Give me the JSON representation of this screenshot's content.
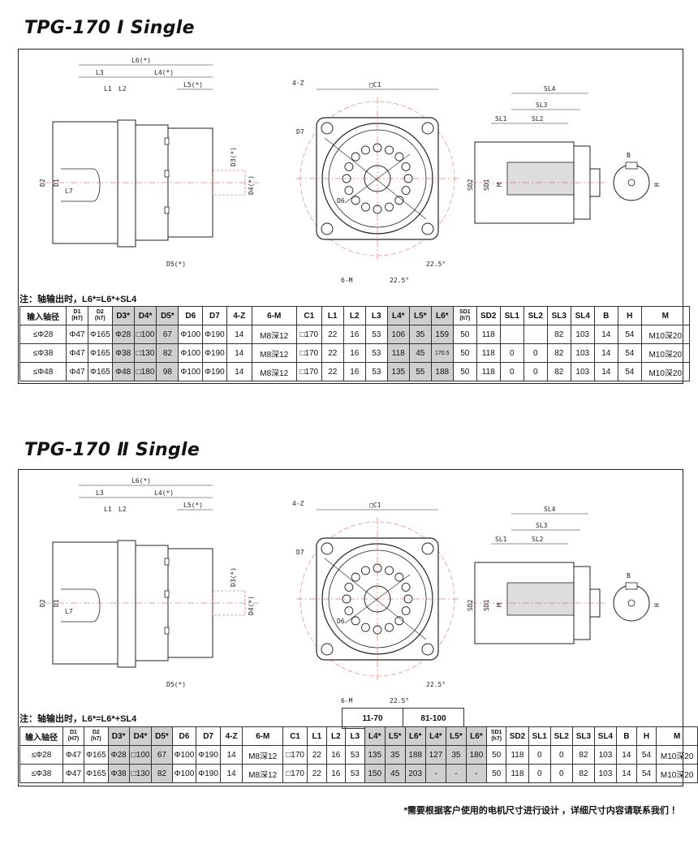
{
  "sections": [
    {
      "title": "TPG-170 Ⅰ Single",
      "note": "注：轴输出时，L6*=L6*+SL4",
      "headers": [
        "输入轴径",
        "D1|(H7)",
        "D2|(h7)",
        "D3*",
        "D4*",
        "D5*",
        "D6",
        "D7",
        "4-Z",
        "6-M",
        "C1",
        "L1",
        "L2",
        "L3",
        "L4*",
        "L5*",
        "L6*",
        "SD1|(h7)",
        "SD2",
        "SL1",
        "SL2",
        "SL3",
        "SL4",
        "B",
        "H",
        "M"
      ],
      "rows": [
        [
          "≤Φ28",
          "Φ47",
          "Φ165",
          "Φ28",
          "□100",
          "67",
          "Φ100",
          "Φ190",
          "14",
          "M8深12",
          "□170",
          "22",
          "16",
          "53",
          "106",
          "35",
          "159",
          "50",
          "118",
          "",
          "",
          "82",
          "103",
          "14",
          "54",
          "M10深20"
        ],
        [
          "≤Φ38",
          "Φ47",
          "Φ165",
          "Φ38",
          "□130",
          "82",
          "Φ100",
          "Φ190",
          "14",
          "M8深12",
          "□170",
          "22",
          "16",
          "53",
          "118",
          "45",
          "170.5",
          "50",
          "118",
          "0",
          "0",
          "82",
          "103",
          "14",
          "54",
          "M10深20"
        ],
        [
          "≤Φ48",
          "Φ47",
          "Φ165",
          "Φ48",
          "□180",
          "98",
          "Φ100",
          "Φ190",
          "14",
          "M8深12",
          "□170",
          "22",
          "16",
          "53",
          "135",
          "55",
          "188",
          "50",
          "118",
          "0",
          "0",
          "82",
          "103",
          "14",
          "54",
          "M10深20"
        ]
      ]
    },
    {
      "title": "TPG-170 Ⅱ Single",
      "note": "注：轴输出时，L6*=L6*+SL4",
      "groups": [
        "11-70",
        "81-100"
      ],
      "headers": [
        "输入轴径",
        "D1|(H7)",
        "D2|(h7)",
        "D3*",
        "D4*",
        "D5*",
        "D6",
        "D7",
        "4-Z",
        "6-M",
        "C1",
        "L1",
        "L2",
        "L3",
        "L4*",
        "L5*",
        "L6*",
        "L4*",
        "L5*",
        "L6*",
        "SD1|(h7)",
        "SD2",
        "SL1",
        "SL2",
        "SL3",
        "SL4",
        "B",
        "H",
        "M"
      ],
      "rows": [
        [
          "≤Φ28",
          "Φ47",
          "Φ165",
          "Φ28",
          "□100",
          "67",
          "Φ100",
          "Φ190",
          "14",
          "M8深12",
          "□170",
          "22",
          "16",
          "53",
          "135",
          "35",
          "188",
          "127",
          "35",
          "180",
          "50",
          "118",
          "0",
          "0",
          "82",
          "103",
          "14",
          "54",
          "M10深20"
        ],
        [
          "≤Φ38",
          "Φ47",
          "Φ165",
          "Φ38",
          "□130",
          "82",
          "Φ100",
          "Φ190",
          "14",
          "M8深12",
          "□170",
          "22",
          "16",
          "53",
          "150",
          "45",
          "203",
          "-",
          "-",
          "-",
          "50",
          "118",
          "0",
          "0",
          "82",
          "103",
          "14",
          "54",
          "M10深20"
        ]
      ]
    }
  ],
  "drawing_labels": {
    "side": [
      "L6(*)",
      "L3",
      "L4(*)",
      "L1",
      "L2",
      "L5(*)",
      "D3(*)",
      "D4(*)",
      "D2",
      "D1",
      "L7",
      "D5(*)"
    ],
    "front": [
      "□C1",
      "4-Z",
      "D7",
      "D6",
      "6-M",
      "22.5°",
      "22.5°"
    ],
    "shaft": [
      "SL4",
      "SL3",
      "SL1",
      "SL2",
      "SD2",
      "SD1",
      "M",
      "B",
      "H"
    ]
  },
  "footer": "*需要根据客户使用的电机尺寸进行设计 ，详细尺寸内容请联系我们 ！"
}
